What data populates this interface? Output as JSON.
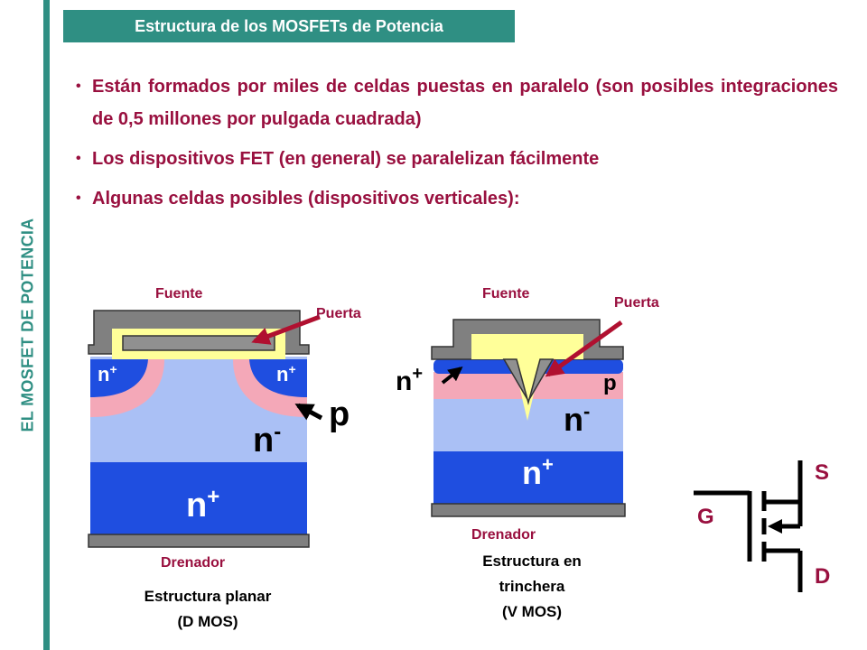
{
  "side_title": "EL MOSFET  DE POTENCIA",
  "header": {
    "title": "Estructura de los MOSFETs de Potencia"
  },
  "bullets": [
    "Están formados por miles de celdas puestas en paralelo (son posibles integraciones de 0,5 millones por pulgada cuadrada)",
    "Los dispositivos FET (en general) se paralelizan fácilmente",
    "Algunas celdas posibles (dispositivos verticales):"
  ],
  "planar": {
    "source_label": "Fuente",
    "gate_label": "Puerta",
    "drain_label": "Drenador",
    "nplus_left": "n",
    "nplus_right": "n",
    "plus_sup": "+",
    "p_label": "p",
    "nminus_label": "n",
    "minus_sup": "-",
    "nplus_bottom": "n",
    "caption_line1": "Estructura planar",
    "caption_line2": "(D MOS)"
  },
  "trench": {
    "source_label": "Fuente",
    "gate_label": "Puerta",
    "drain_label": "Drenador",
    "nplus_label": "n",
    "plus_sup": "+",
    "p_label": "p",
    "nminus_label": "n",
    "minus_sup": "-",
    "nplus_bottom": "n",
    "caption_line1": "Estructura en",
    "caption_line2": "trinchera",
    "caption_line3": "(V MOS)"
  },
  "symbol": {
    "s_label": "S",
    "g_label": "G",
    "d_label": "D"
  },
  "colors": {
    "accent": "#2f8f83",
    "text": "#99103f",
    "n_minus": "#aac0f5",
    "n_plus": "#1f4ee0",
    "p_region": "#f4a8b8",
    "oxide": "#ffff99",
    "metal": "#808080",
    "arrow": "#b01030"
  }
}
